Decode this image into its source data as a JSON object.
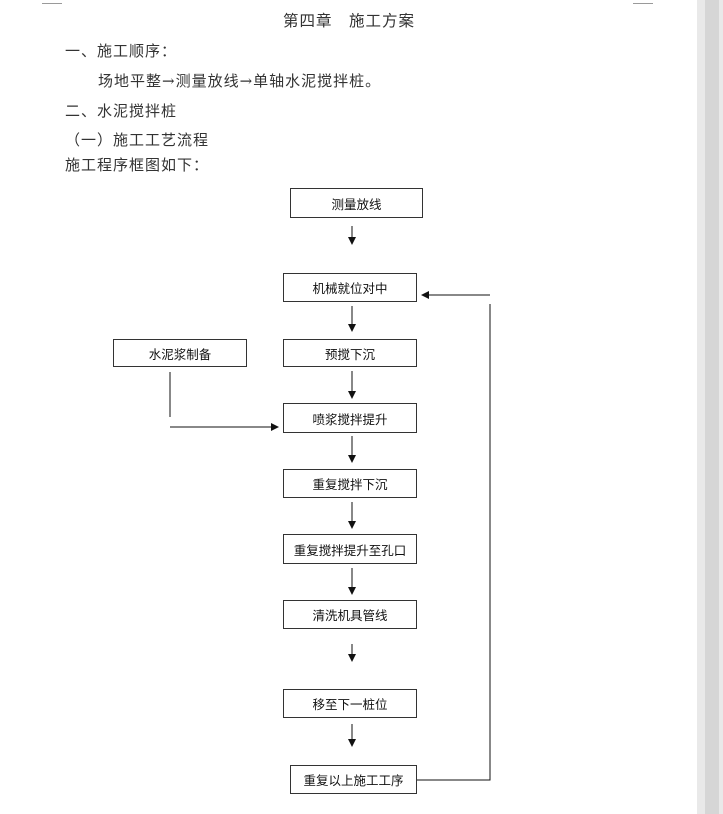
{
  "chapter_title": "第四章　施工方案",
  "section1": {
    "heading": "一、施工顺序：",
    "content": "场地平整→测量放线→单轴水泥搅拌桩。"
  },
  "section2": {
    "heading": "二、水泥搅拌桩",
    "subheading": "（一）施工工艺流程",
    "intro": "施工程序框图如下："
  },
  "flowchart": {
    "steps": [
      "测量放线",
      "机械就位对中",
      "预搅下沉",
      "喷浆搅拌提升",
      "重复搅拌下沉",
      "重复搅拌提升至孔口",
      "清洗机具管线",
      "移至下一桩位",
      "重复以上施工工序"
    ],
    "side_input": "水泥浆制备"
  }
}
